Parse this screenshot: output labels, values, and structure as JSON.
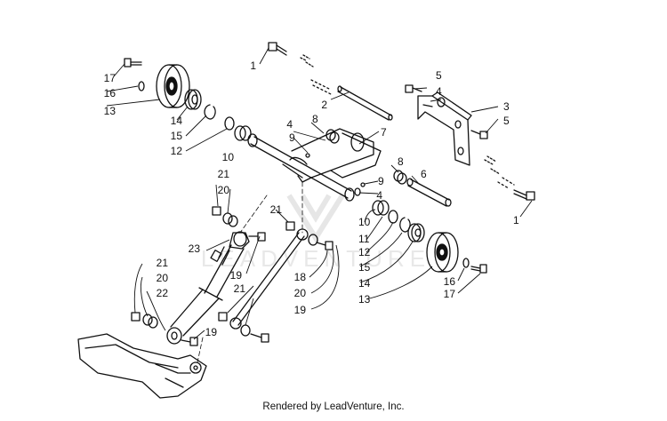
{
  "diagram": {
    "caption": "Rendered by LeadVenture, Inc.",
    "watermark": "LEADVENTURE",
    "colors": {
      "ink": "#111111",
      "watermark": "#e6e6e6",
      "background": "#ffffff"
    },
    "callouts": [
      {
        "id": "c1a",
        "label": "1"
      },
      {
        "id": "c1b",
        "label": "1"
      },
      {
        "id": "c2",
        "label": "2"
      },
      {
        "id": "c3",
        "label": "3"
      },
      {
        "id": "c4a",
        "label": "4"
      },
      {
        "id": "c4b",
        "label": "4"
      },
      {
        "id": "c4c",
        "label": "4"
      },
      {
        "id": "c5a",
        "label": "5"
      },
      {
        "id": "c5b",
        "label": "5"
      },
      {
        "id": "c6",
        "label": "6"
      },
      {
        "id": "c7",
        "label": "7"
      },
      {
        "id": "c8a",
        "label": "8"
      },
      {
        "id": "c8b",
        "label": "8"
      },
      {
        "id": "c9a",
        "label": "9"
      },
      {
        "id": "c9b",
        "label": "9"
      },
      {
        "id": "c10a",
        "label": "10"
      },
      {
        "id": "c10b",
        "label": "10"
      },
      {
        "id": "c11",
        "label": "11"
      },
      {
        "id": "c12a",
        "label": "12"
      },
      {
        "id": "c12b",
        "label": "12"
      },
      {
        "id": "c13a",
        "label": "13"
      },
      {
        "id": "c13b",
        "label": "13"
      },
      {
        "id": "c14a",
        "label": "14"
      },
      {
        "id": "c14b",
        "label": "14"
      },
      {
        "id": "c15a",
        "label": "15"
      },
      {
        "id": "c15b",
        "label": "15"
      },
      {
        "id": "c16a",
        "label": "16"
      },
      {
        "id": "c16b",
        "label": "16"
      },
      {
        "id": "c17a",
        "label": "17"
      },
      {
        "id": "c17b",
        "label": "17"
      },
      {
        "id": "c18",
        "label": "18"
      },
      {
        "id": "c19a",
        "label": "19"
      },
      {
        "id": "c19b",
        "label": "19"
      },
      {
        "id": "c19c",
        "label": "19"
      },
      {
        "id": "c20a",
        "label": "20"
      },
      {
        "id": "c20b",
        "label": "20"
      },
      {
        "id": "c20c",
        "label": "20"
      },
      {
        "id": "c21a",
        "label": "21"
      },
      {
        "id": "c21b",
        "label": "21"
      },
      {
        "id": "c21c",
        "label": "21"
      },
      {
        "id": "c21d",
        "label": "21"
      },
      {
        "id": "c22",
        "label": "22"
      },
      {
        "id": "c23",
        "label": "23"
      }
    ]
  }
}
